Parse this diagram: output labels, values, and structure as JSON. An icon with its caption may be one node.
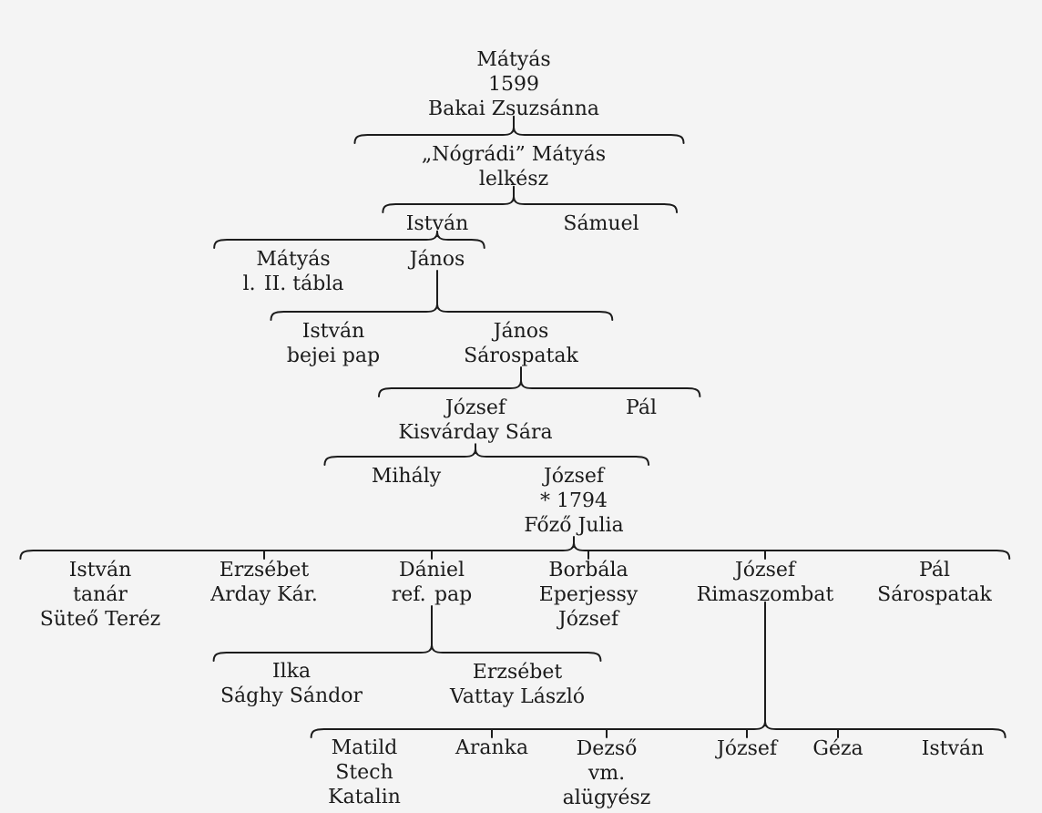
{
  "diagram": {
    "nodes": [
      {
        "text": [
          "Mátyás",
          "1599",
          "Bakai Zsuzsánna"
        ]
      },
      {
        "text": [
          "„Nógrádi” Mátyás",
          "lelkész"
        ]
      },
      {
        "text": [
          "István"
        ]
      },
      {
        "text": [
          "Sámuel"
        ]
      },
      {
        "text": [
          "Mátyás",
          "l. II. tábla"
        ]
      },
      {
        "text": [
          "János"
        ]
      },
      {
        "text": [
          "István",
          "bejei pap"
        ]
      },
      {
        "text": [
          "János",
          "Sárospatak"
        ]
      },
      {
        "text": [
          "József",
          "Kisvárday Sára"
        ]
      },
      {
        "text": [
          "Pál"
        ]
      },
      {
        "text": [
          "Mihály"
        ]
      },
      {
        "text": [
          "József",
          "* 1794",
          "Főző Julia"
        ]
      },
      {
        "text": [
          "István",
          "tanár",
          "Süteő Teréz"
        ]
      },
      {
        "text": [
          "Erzsébet",
          "Arday Kár."
        ]
      },
      {
        "text": [
          "Dániel",
          "ref. pap"
        ]
      },
      {
        "text": [
          "Borbála",
          "Eperjessy József"
        ]
      },
      {
        "text": [
          "József",
          "Rimaszombat"
        ]
      },
      {
        "text": [
          "Pál",
          "Sárospatak"
        ]
      },
      {
        "text": [
          "Ilka",
          "Sághy Sándor"
        ]
      },
      {
        "text": [
          "Erzsébet",
          "Vattay László"
        ]
      },
      {
        "text": [
          "Matild",
          "Stech Katalin"
        ]
      },
      {
        "text": [
          "Aranka"
        ]
      },
      {
        "text": [
          "Dezső",
          "vm. alügyész"
        ]
      },
      {
        "text": [
          "József"
        ]
      },
      {
        "text": [
          "Géza"
        ]
      },
      {
        "text": [
          "István"
        ]
      }
    ],
    "edges": [
      {
        "from": 0,
        "to": 1,
        "arrow": "none"
      },
      {
        "from": 1,
        "to": 2,
        "arrow": "none"
      },
      {
        "from": 1,
        "to": 3,
        "arrow": "none"
      },
      {
        "from": 2,
        "to": 4,
        "arrow": "none"
      },
      {
        "from": 2,
        "to": 5,
        "arrow": "none"
      },
      {
        "from": 5,
        "to": 6,
        "arrow": "none"
      },
      {
        "from": 5,
        "to": 7,
        "arrow": "none"
      },
      {
        "from": 7,
        "to": 8,
        "arrow": "none"
      },
      {
        "from": 7,
        "to": 9,
        "arrow": "none"
      },
      {
        "from": 8,
        "to": 10,
        "arrow": "none"
      },
      {
        "from": 8,
        "to": 11,
        "arrow": "none"
      },
      {
        "from": 11,
        "to": 12,
        "arrow": "none"
      },
      {
        "from": 11,
        "to": 13,
        "arrow": "none"
      },
      {
        "from": 11,
        "to": 14,
        "arrow": "none"
      },
      {
        "from": 11,
        "to": 15,
        "arrow": "none"
      },
      {
        "from": 11,
        "to": 16,
        "arrow": "none"
      },
      {
        "from": 11,
        "to": 17,
        "arrow": "none"
      },
      {
        "from": 14,
        "to": 18,
        "arrow": "none"
      },
      {
        "from": 14,
        "to": 19,
        "arrow": "none"
      },
      {
        "from": 16,
        "to": 20,
        "arrow": "none"
      },
      {
        "from": 16,
        "to": 21,
        "arrow": "none"
      },
      {
        "from": 16,
        "to": 22,
        "arrow": "none"
      },
      {
        "from": 16,
        "to": 23,
        "arrow": "none"
      },
      {
        "from": 16,
        "to": 24,
        "arrow": "none"
      },
      {
        "from": 16,
        "to": 25,
        "arrow": "none"
      }
    ]
  }
}
